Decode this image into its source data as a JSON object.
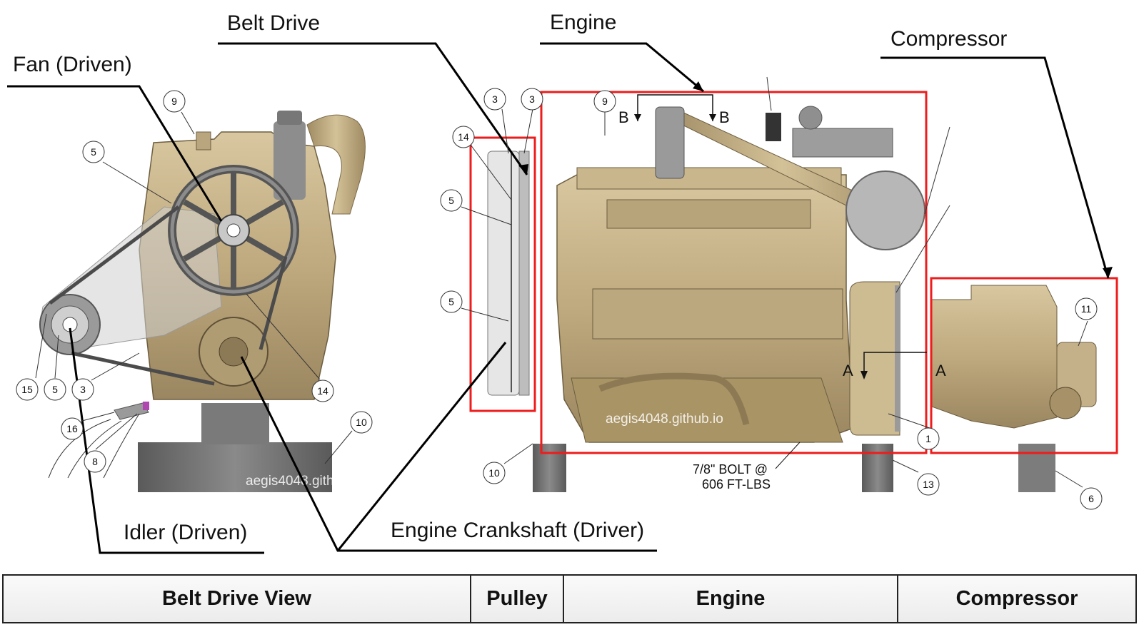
{
  "callouts": {
    "belt_drive": "Belt Drive",
    "engine": "Engine",
    "compressor": "Compressor",
    "fan": "Fan (Driven)",
    "idler": "Idler (Driven)",
    "crankshaft": "Engine Crankshaft (Driver)"
  },
  "balloons": {
    "left_view": [
      "9",
      "5",
      "15",
      "5",
      "3",
      "14",
      "16",
      "8",
      "10"
    ],
    "side_view": [
      "3",
      "3",
      "14",
      "5",
      "5",
      "9",
      "10",
      "1",
      "13",
      "11",
      "6"
    ]
  },
  "section_markers": {
    "b_left": "B",
    "b_right": "B",
    "a_left": "A",
    "a_right": "A"
  },
  "bolt_note": {
    "line1": "7/8\" BOLT @",
    "line2": "606 FT-LBS"
  },
  "watermark": "aegis4048.github.io",
  "legend": {
    "belt_drive_view": "Belt Drive View",
    "pulley": "Pulley",
    "engine": "Engine",
    "compressor": "Compressor"
  },
  "colors": {
    "highlight": "#ee1c1c",
    "engine_body": "#c2ad84",
    "engine_shadow": "#8c7a56",
    "steel": "#6e6e6e"
  }
}
